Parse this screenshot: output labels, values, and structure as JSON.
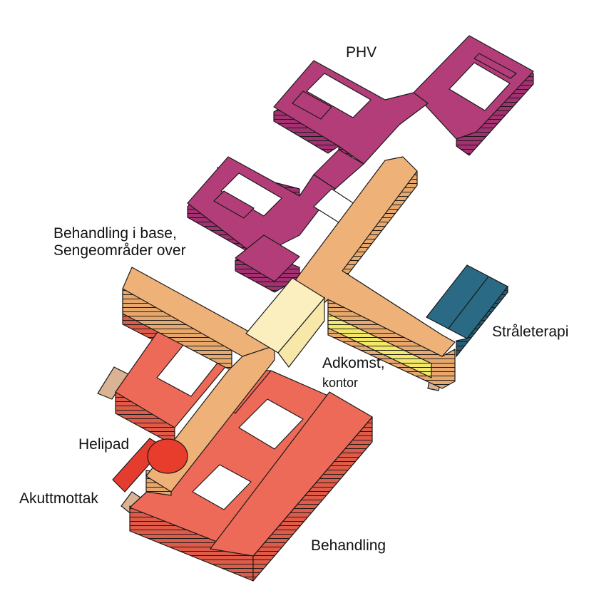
{
  "labels": {
    "phv": "PHV",
    "behandling_base_line1": "Behandling i base,",
    "behandling_base_line2": "Sengeområder over",
    "straleterapi": "Stråleterapi",
    "adkomst_line1": "Adkomst,",
    "adkomst_line2": "kontor",
    "helipad": "Helipad",
    "akuttmottak": "Akuttmottak",
    "behandling": "Behandling"
  },
  "colors": {
    "phv": "#b33d79",
    "treatment_base": "#ee6a58",
    "bed_wings": "#eeb178",
    "entrance": "#fbefc0",
    "radiotherapy": "#2a6a84",
    "emergency": "#e53c30",
    "helipad": "#e83c2c",
    "ground": "#d9b393",
    "accent_yellow": "#f4e86a",
    "outline": "#1a1a1a"
  }
}
